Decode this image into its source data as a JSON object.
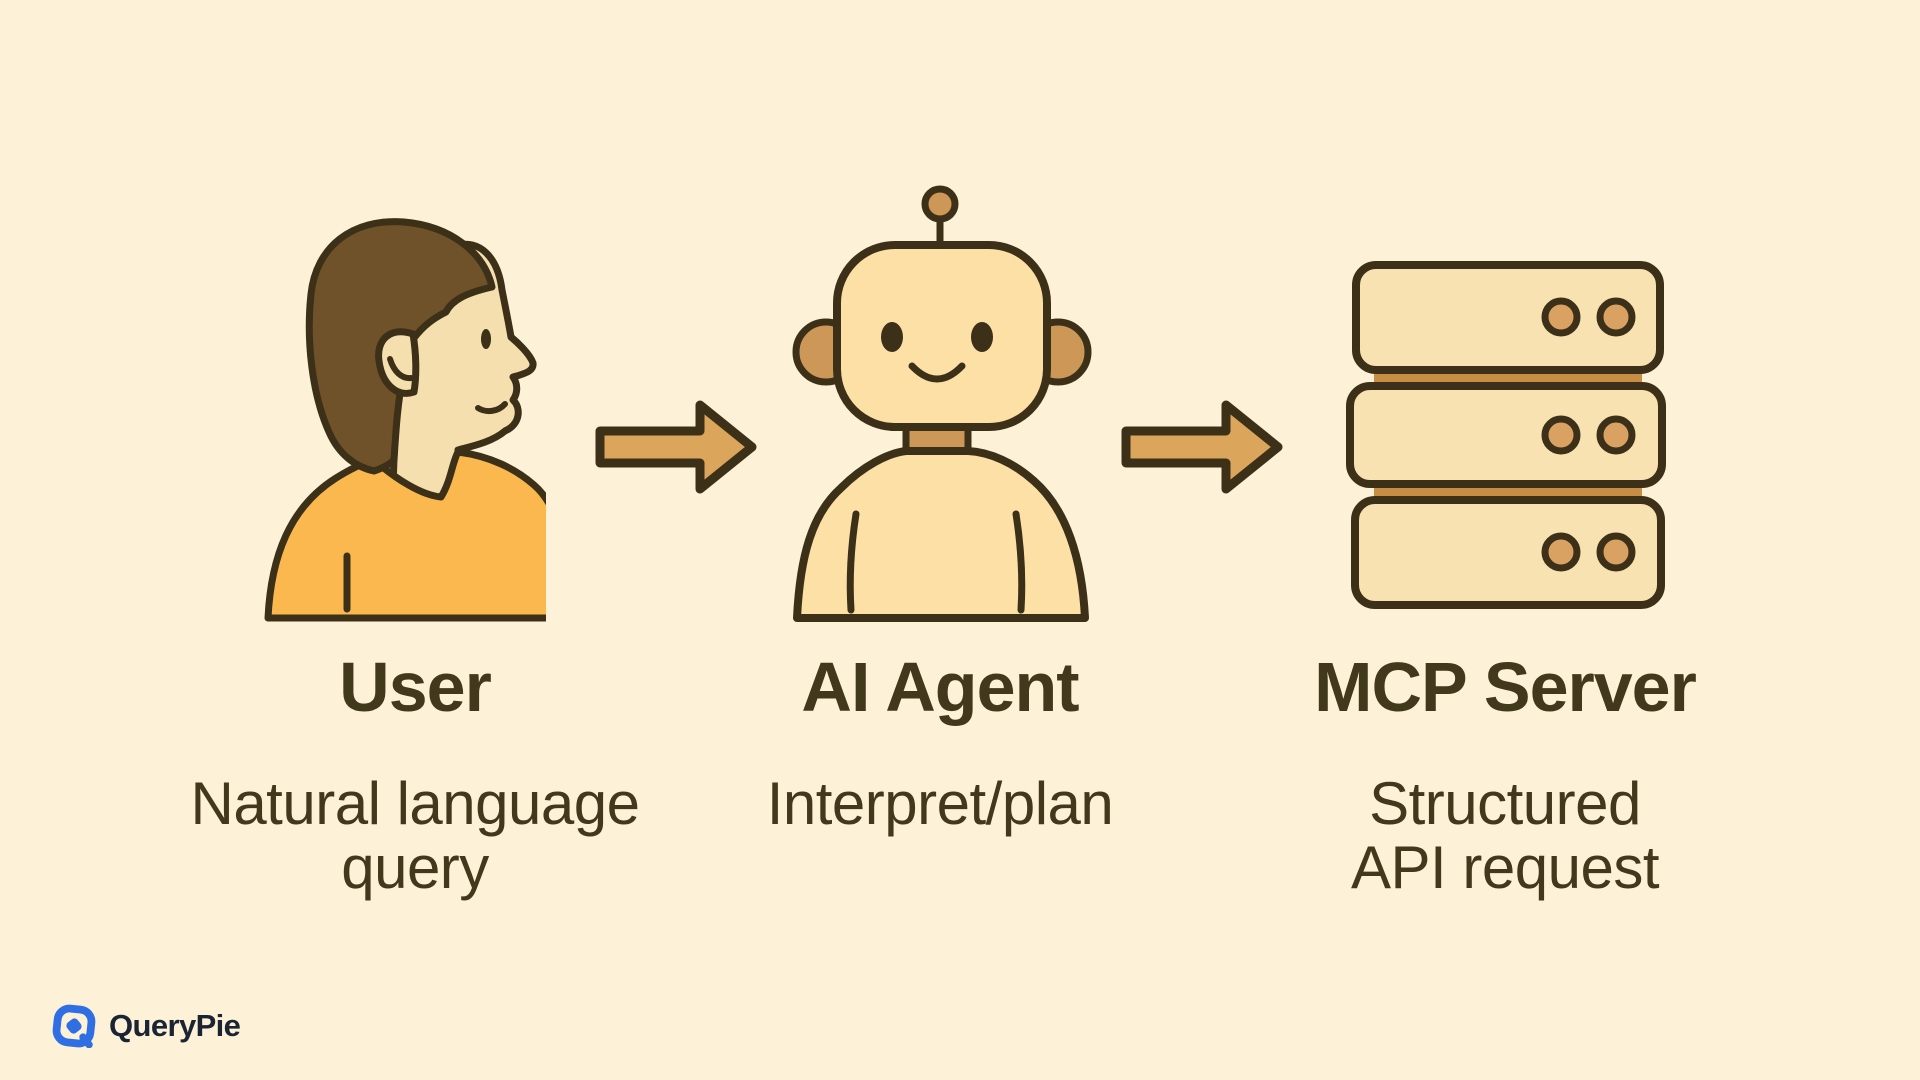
{
  "canvas": {
    "background": "#fdf2d8"
  },
  "diagram": {
    "nodes": [
      {
        "id": "user",
        "title": "User",
        "subtitle": "Natural language\nquery",
        "icon": "person-illustration"
      },
      {
        "id": "ai-agent",
        "title": "AI Agent",
        "subtitle": "Interpret/plan",
        "icon": "robot-illustration"
      },
      {
        "id": "mcp-server",
        "title": "MCP Server",
        "subtitle": "Structured\nAPI request",
        "icon": "server-stack-illustration"
      }
    ],
    "connections": [
      {
        "from": "user",
        "to": "ai-agent",
        "icon": "arrow-right-icon"
      },
      {
        "from": "ai-agent",
        "to": "mcp-server",
        "icon": "arrow-right-icon"
      }
    ]
  },
  "branding": {
    "logo_text": "QueryPie",
    "icon": "querypie-logo-icon"
  },
  "palette": {
    "bg": "#fdf2d8",
    "outline": "#3d3019",
    "skin": "#f6dfae",
    "hair": "#6f5229",
    "shirt": "#fbb84e",
    "robot-cream": "#fce0a5",
    "tan": "#cd9857",
    "server-cream": "#f8e2b2",
    "light-tan": "#d9a263",
    "bar-tan": "#c78d45",
    "arrow": "#dca55c",
    "text": "#42381c",
    "logo-blue": "#2f6fe3",
    "logo-text": "#1b2433"
  }
}
